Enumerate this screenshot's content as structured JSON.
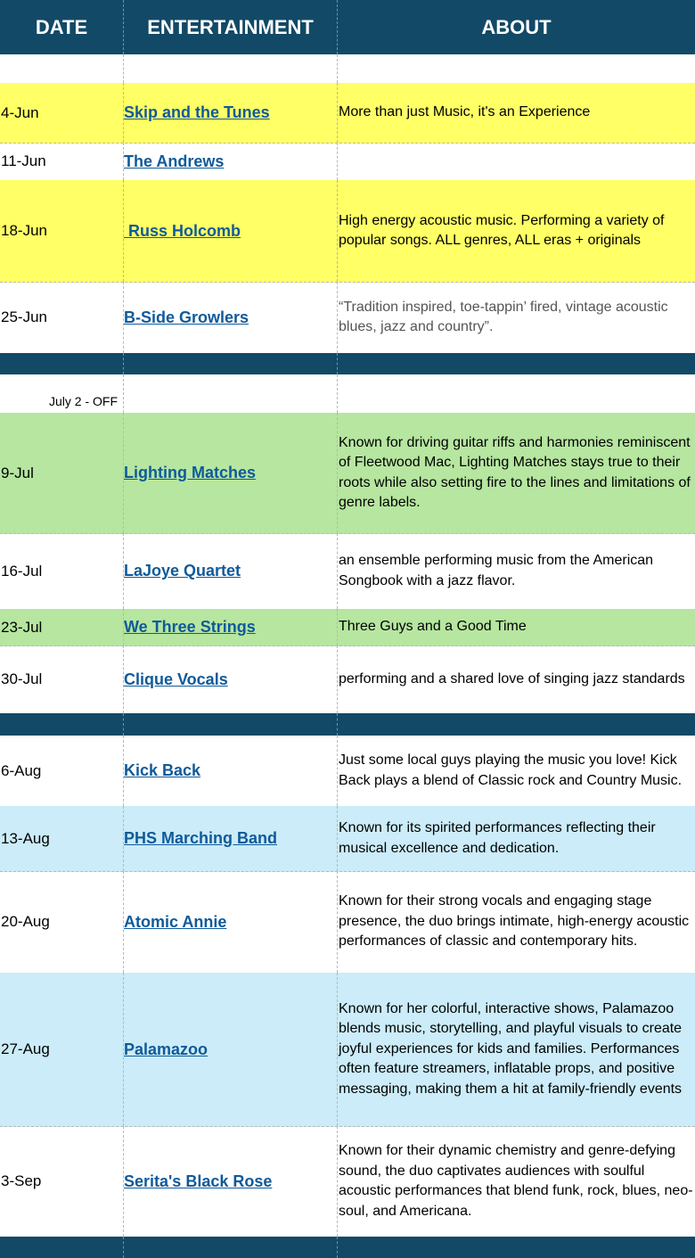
{
  "headers": {
    "date": "DATE",
    "entertainment": "ENTERTAINMENT",
    "about": "ABOUT"
  },
  "note": "July 2 - OFF",
  "rows": [
    {
      "date": "4-Jun",
      "entertainment": "Skip and the Tunes",
      "about": "More than just Music, it's an Experience"
    },
    {
      "date": "11-Jun",
      "entertainment": "The Andrews",
      "about": ""
    },
    {
      "date": "18-Jun",
      "entertainment": " Russ Holcomb",
      "about": "High energy acoustic music. Performing a variety of popular songs. ALL genres, ALL eras + originals"
    },
    {
      "date": "25-Jun",
      "entertainment": "B-Side Growlers",
      "about": " “Tradition inspired, toe-tappin’ fired, vintage acoustic blues, jazz and country”."
    },
    {
      "date": "9-Jul",
      "entertainment": "Lighting Matches",
      "about": "Known for driving guitar riffs and harmonies reminiscent of Fleetwood Mac, Lighting Matches stays true to their roots while also setting fire to the lines and limitations of genre labels."
    },
    {
      "date": "16-Jul",
      "entertainment": "LaJoye Quartet",
      "about": "an ensemble performing music from the American Songbook with a jazz flavor."
    },
    {
      "date": "23-Jul",
      "entertainment": "We Three Strings",
      "about": "Three Guys and a Good Time"
    },
    {
      "date": "30-Jul",
      "entertainment": "Clique Vocals",
      "about": "performing and a shared love of singing jazz standards"
    },
    {
      "date": "6-Aug",
      "entertainment": "Kick Back",
      "about": "Just some local guys playing the music you love! Kick Back plays a blend of Classic rock and Country Music."
    },
    {
      "date": "13-Aug",
      "entertainment": "PHS Marching Band",
      "about": "Known for its spirited performances reflecting their musical excellence and dedication."
    },
    {
      "date": "20-Aug",
      "entertainment": "Atomic Annie",
      "about": "Known for their strong vocals and engaging stage presence, the duo brings intimate, high-energy acoustic performances of classic and contemporary hits."
    },
    {
      "date": "27-Aug",
      "entertainment": "Palamazoo",
      "about": "Known for her colorful, interactive shows, Palamazoo blends music, storytelling, and playful visuals to create joyful experiences for kids and families. Performances often feature streamers, inflatable props, and positive messaging, making them a hit at family-friendly events"
    },
    {
      "date": "3-Sep",
      "entertainment": "Serita's Black Rose",
      "about": "Known for their dynamic chemistry and genre-defying sound, the duo captivates audiences with soulful acoustic performances that blend funk, rock, blues, neo-soul, and Americana."
    }
  ]
}
